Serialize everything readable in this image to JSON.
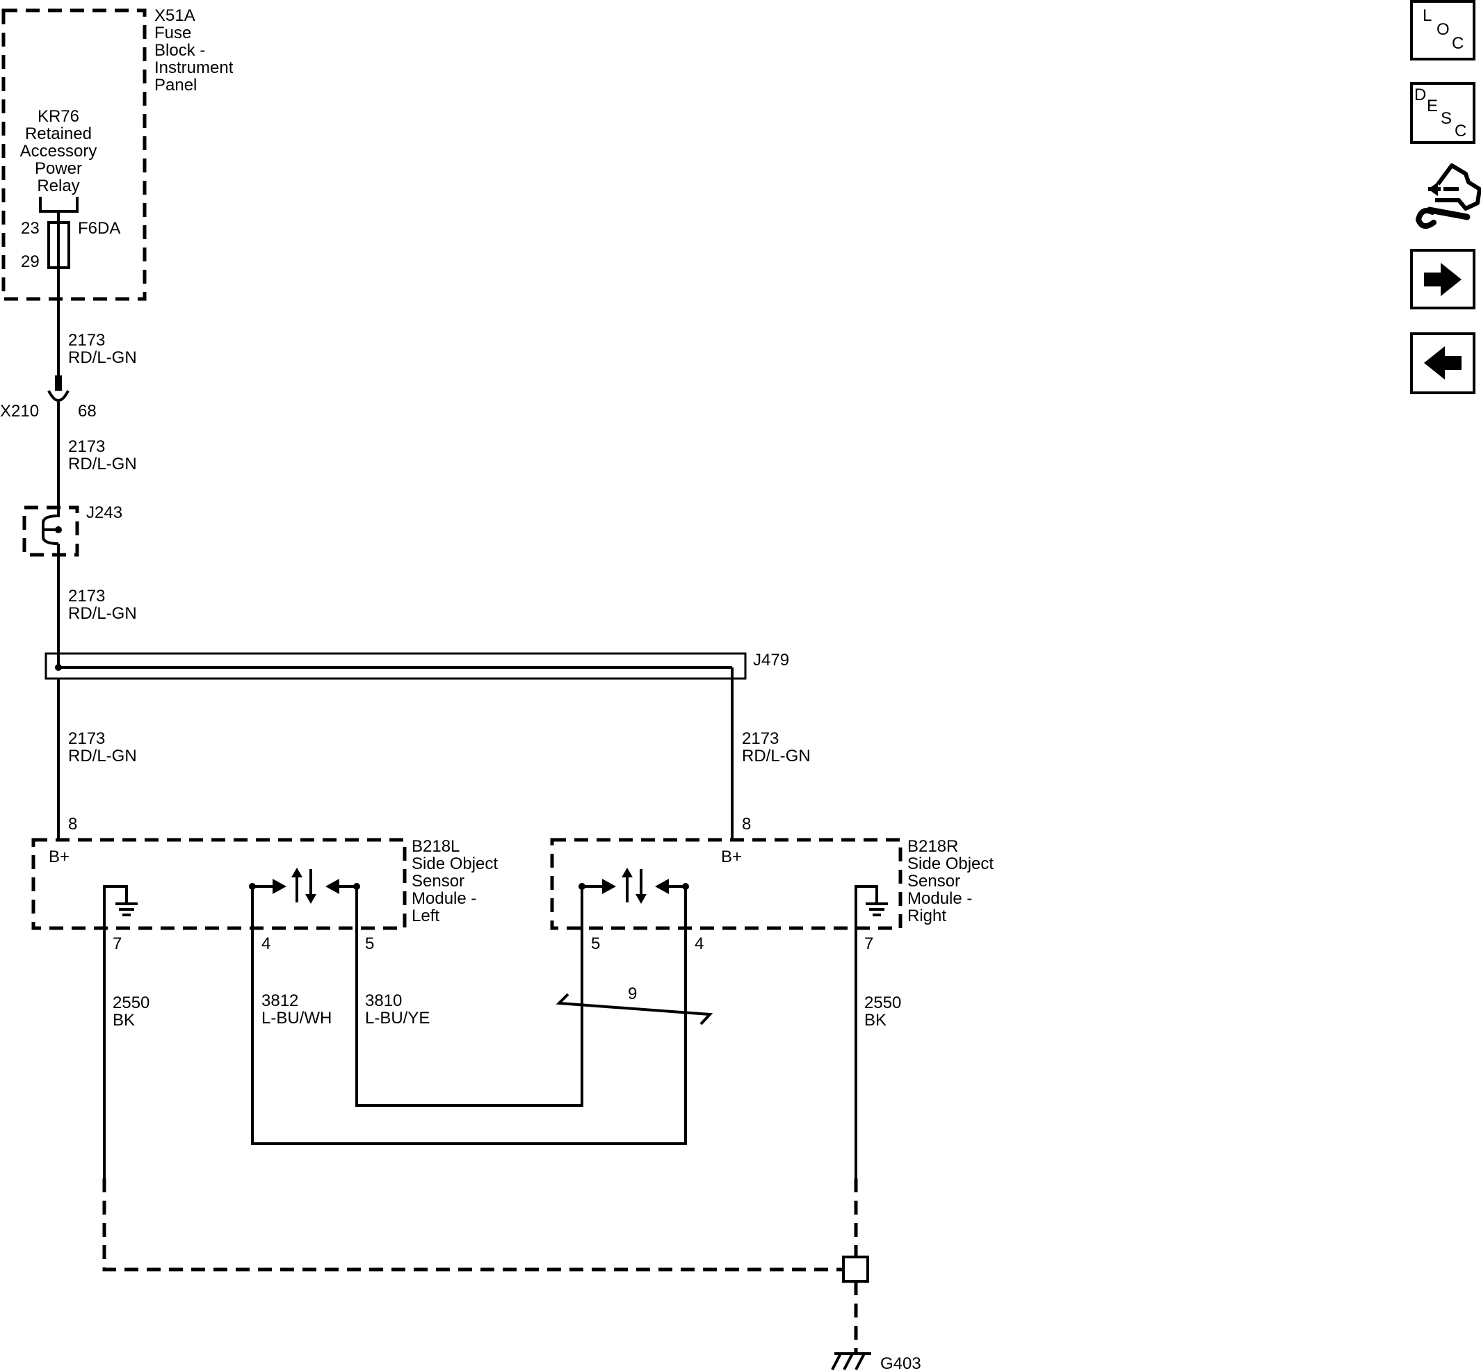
{
  "fuse_block": {
    "id": "X51A",
    "name_lines": [
      "Fuse",
      "Block -",
      "Instrument",
      "Panel"
    ]
  },
  "relay": {
    "name_lines": [
      "KR76",
      "Retained",
      "Accessory",
      "Power",
      "Relay"
    ]
  },
  "fuse": {
    "id": "F6DA",
    "pin_top": "23",
    "pin_bottom": "29"
  },
  "wire_2173": {
    "circuit": "2173",
    "color": "RD/L-GN"
  },
  "connector_x210": {
    "id": "X210",
    "pin": "68"
  },
  "splice_j243": {
    "id": "J243"
  },
  "splice_j479": {
    "id": "J479"
  },
  "module_left": {
    "id": "B218L",
    "name_lines": [
      "Side Object",
      "Sensor",
      "Module -",
      "Left"
    ],
    "bplus": "B+",
    "pin_power": "8",
    "pin_ground": "7",
    "pin_a": "4",
    "pin_b": "5"
  },
  "module_right": {
    "id": "B218R",
    "name_lines": [
      "Side Object",
      "Sensor",
      "Module -",
      "Right"
    ],
    "bplus": "B+",
    "pin_power": "8",
    "pin_ground": "7",
    "pin_a": "5",
    "pin_b": "4"
  },
  "wire_2550": {
    "circuit": "2550",
    "color": "BK"
  },
  "wire_3812": {
    "circuit": "3812",
    "color": "L-BU/WH"
  },
  "wire_3810": {
    "circuit": "3810",
    "color": "L-BU/YE"
  },
  "twist_label": "9",
  "ground": {
    "id": "G403"
  },
  "nav": {
    "loc": [
      "L",
      "O",
      "C"
    ],
    "desc": [
      "D",
      "E",
      "S",
      "C"
    ]
  }
}
